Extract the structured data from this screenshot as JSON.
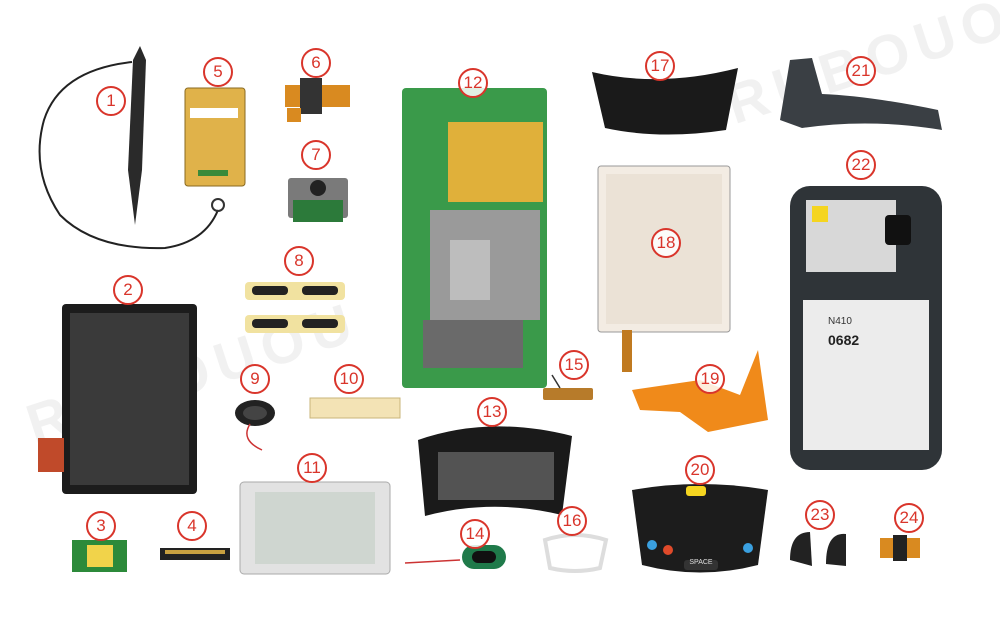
{
  "watermark": {
    "text": "RUBOUOU"
  },
  "parts": [
    {
      "id": "stylus",
      "label": "1"
    },
    {
      "id": "lcd-display",
      "label": "2"
    },
    {
      "id": "small-flex-board",
      "label": "3"
    },
    {
      "id": "connector-strip",
      "label": "4"
    },
    {
      "id": "wifi-module",
      "label": "5"
    },
    {
      "id": "camera-flex",
      "label": "6"
    },
    {
      "id": "camera-module",
      "label": "7"
    },
    {
      "id": "side-buttons",
      "label": "8"
    },
    {
      "id": "speaker",
      "label": "9"
    },
    {
      "id": "ribbon-cable",
      "label": "10"
    },
    {
      "id": "keypad-membrane",
      "label": "11"
    },
    {
      "id": "mainboard",
      "label": "12"
    },
    {
      "id": "keypad-bezel-lower",
      "label": "13"
    },
    {
      "id": "vibrator-motor",
      "label": "14"
    },
    {
      "id": "antenna",
      "label": "15"
    },
    {
      "id": "lens-ring",
      "label": "16"
    },
    {
      "id": "keypad-bezel-upper",
      "label": "17"
    },
    {
      "id": "touch-digitizer",
      "label": "18"
    },
    {
      "id": "orange-flex",
      "label": "19"
    },
    {
      "id": "keypad",
      "label": "20"
    },
    {
      "id": "top-cap",
      "label": "21"
    },
    {
      "id": "back-housing",
      "label": "22"
    },
    {
      "id": "rubber-caps",
      "label": "23"
    },
    {
      "id": "small-camera",
      "label": "24"
    }
  ],
  "keypad": {
    "space_key": "SPACE"
  },
  "housing": {
    "model": "N410",
    "cert": "0682"
  }
}
